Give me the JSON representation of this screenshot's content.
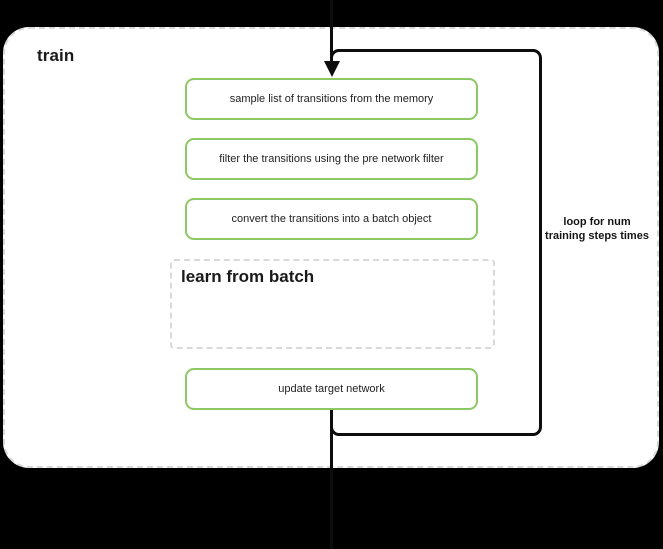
{
  "container": {
    "title": "train",
    "border_style": "dashed",
    "border_color": "#d9d9d9",
    "background": "#ffffff"
  },
  "accent_color": "#8cc863",
  "line_color": "#0d0d0d",
  "steps": [
    {
      "label": "sample list of transitions from the memory"
    },
    {
      "label": "filter the transitions using the pre network filter"
    },
    {
      "label": "convert the transitions into a batch object"
    },
    {
      "label": "update target network"
    }
  ],
  "sub_group": {
    "title": "learn from batch",
    "border_style": "dashed",
    "border_color": "#d9d9d9"
  },
  "loop": {
    "label": "loop for num training steps times"
  }
}
